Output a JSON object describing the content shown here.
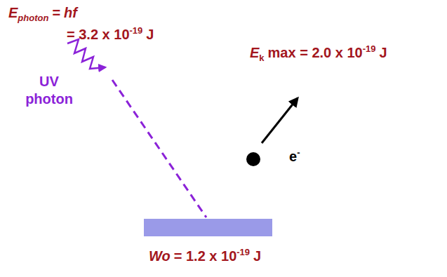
{
  "diagram": {
    "labels": [
      "E",
      "photon",
      "=",
      "hf",
      "= 3.2 x 10",
      "-19",
      "J",
      "UV photon",
      "E",
      "k",
      "max = 2.0 x 10",
      "-19",
      "J",
      "e",
      "-",
      "Wo",
      "= 1.2 x 10",
      "-19",
      "J"
    ]
  }
}
